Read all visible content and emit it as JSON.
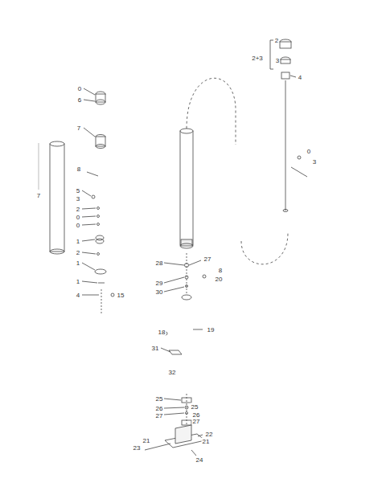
{
  "diagram": {
    "labels": [
      "2",
      "2+3",
      "3",
      "4",
      "0",
      "3",
      "0",
      "6",
      "7",
      "8",
      "7",
      "5",
      "3",
      "2",
      "0",
      "0",
      "1",
      "2",
      "1",
      "1",
      "4",
      "15",
      "28",
      "27",
      "8",
      "20",
      "29",
      "30",
      "19",
      "18",
      "31",
      "32",
      "25",
      "26",
      "27",
      "25",
      "26",
      "27",
      "22",
      "21",
      "23",
      "21",
      "24"
    ]
  }
}
